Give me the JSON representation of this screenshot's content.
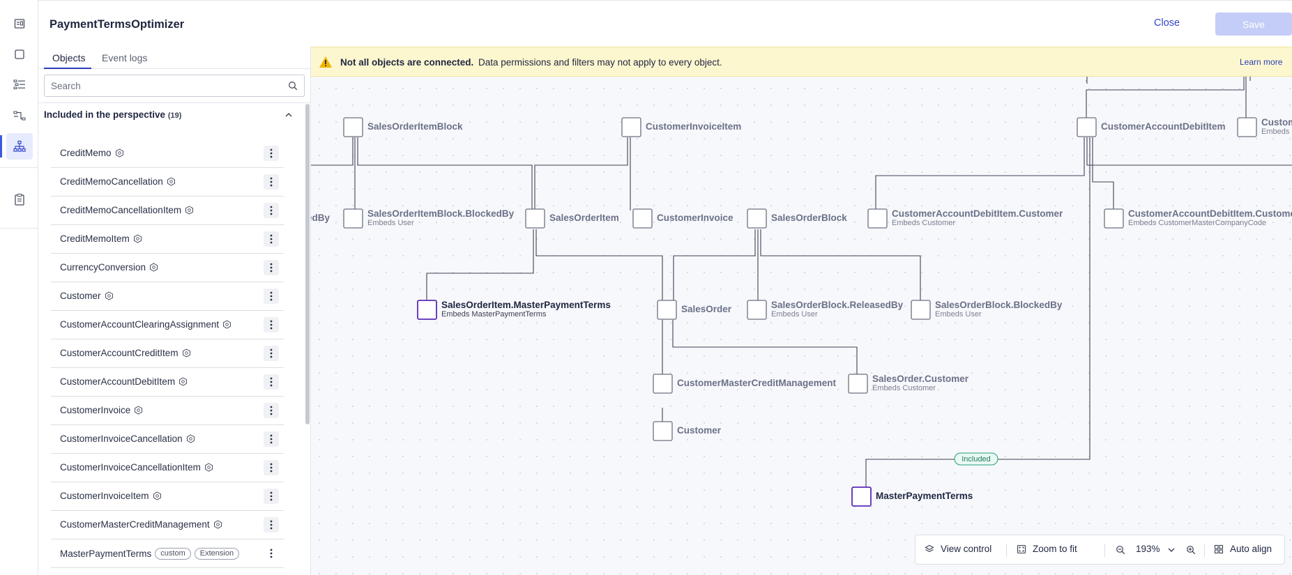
{
  "app": {
    "title": "PaymentTermsOptimizer",
    "close_label": "Close",
    "save_label": "Save"
  },
  "rail": {
    "icons": [
      "dashboard-icon",
      "square-icon",
      "list-icon",
      "flow-icon",
      "hierarchy-icon",
      "clipboard-icon"
    ],
    "active": "hierarchy-icon"
  },
  "panel": {
    "tabs": [
      {
        "label": "Objects",
        "active": true
      },
      {
        "label": "Event logs",
        "active": false
      }
    ],
    "search_placeholder": "Search",
    "section_title": "Included in the perspective",
    "section_count": "(19)",
    "objects": [
      {
        "name": "CreditMemo",
        "tags": []
      },
      {
        "name": "CreditMemoCancellation",
        "tags": []
      },
      {
        "name": "CreditMemoCancellationItem",
        "tags": []
      },
      {
        "name": "CreditMemoItem",
        "tags": []
      },
      {
        "name": "CurrencyConversion",
        "tags": []
      },
      {
        "name": "Customer",
        "tags": []
      },
      {
        "name": "CustomerAccountClearingAssignment",
        "tags": []
      },
      {
        "name": "CustomerAccountCreditItem",
        "tags": []
      },
      {
        "name": "CustomerAccountDebitItem",
        "tags": []
      },
      {
        "name": "CustomerInvoice",
        "tags": []
      },
      {
        "name": "CustomerInvoiceCancellation",
        "tags": []
      },
      {
        "name": "CustomerInvoiceCancellationItem",
        "tags": []
      },
      {
        "name": "CustomerInvoiceItem",
        "tags": []
      },
      {
        "name": "CustomerMasterCreditManagement",
        "tags": []
      },
      {
        "name": "MasterPaymentTerms",
        "tags": [
          "custom",
          "Extension"
        ]
      }
    ]
  },
  "banner": {
    "bold": "Not all objects are connected.",
    "text": "Data permissions and filters may not apply to every object.",
    "link": "Learn more"
  },
  "graph": {
    "nodes": {
      "soib": {
        "label": "SalesOrderItemBlock",
        "sub": ""
      },
      "cii": {
        "label": "CustomerInvoiceItem",
        "sub": ""
      },
      "cadi": {
        "label": "CustomerAccountDebitItem",
        "sub": ""
      },
      "custom_right": {
        "label": "Custom",
        "sub": "Embeds"
      },
      "edby": {
        "label": "edBy",
        "sub": ""
      },
      "soib_bb": {
        "label": "SalesOrderItemBlock.BlockedBy",
        "sub": "Embeds User"
      },
      "soi": {
        "label": "SalesOrderItem",
        "sub": ""
      },
      "ci": {
        "label": "CustomerInvoice",
        "sub": ""
      },
      "sob": {
        "label": "SalesOrderBlock",
        "sub": ""
      },
      "cadi_c": {
        "label": "CustomerAccountDebitItem.Customer",
        "sub": "Embeds Customer"
      },
      "cadi_cmcc": {
        "label": "CustomerAccountDebitItem.CustomerM",
        "sub": "Embeds CustomerMasterCompanyCode"
      },
      "soi_mpt": {
        "label": "SalesOrderItem.MasterPaymentTerms",
        "sub": "Embeds MasterPaymentTerms"
      },
      "so": {
        "label": "SalesOrder",
        "sub": ""
      },
      "sob_rb": {
        "label": "SalesOrderBlock.ReleasedBy",
        "sub": "Embeds User"
      },
      "sob_bb": {
        "label": "SalesOrderBlock.BlockedBy",
        "sub": "Embeds User"
      },
      "cmcm": {
        "label": "CustomerMasterCreditManagement",
        "sub": ""
      },
      "so_c": {
        "label": "SalesOrder.Customer",
        "sub": "Embeds Customer"
      },
      "cust": {
        "label": "Customer",
        "sub": ""
      },
      "mpt": {
        "label": "MasterPaymentTerms",
        "sub": ""
      }
    },
    "edge_badge": "Included"
  },
  "toolbar": {
    "view_control": "View control",
    "zoom_to_fit": "Zoom to fit",
    "zoom_level": "193%",
    "auto_align": "Auto align"
  },
  "colors": {
    "accent": "#3346c7",
    "node_border": "#6b7080",
    "highlight_node": "#5b2bb5",
    "badge": "#1f9e7a",
    "banner_bg": "#fdf7cf"
  }
}
